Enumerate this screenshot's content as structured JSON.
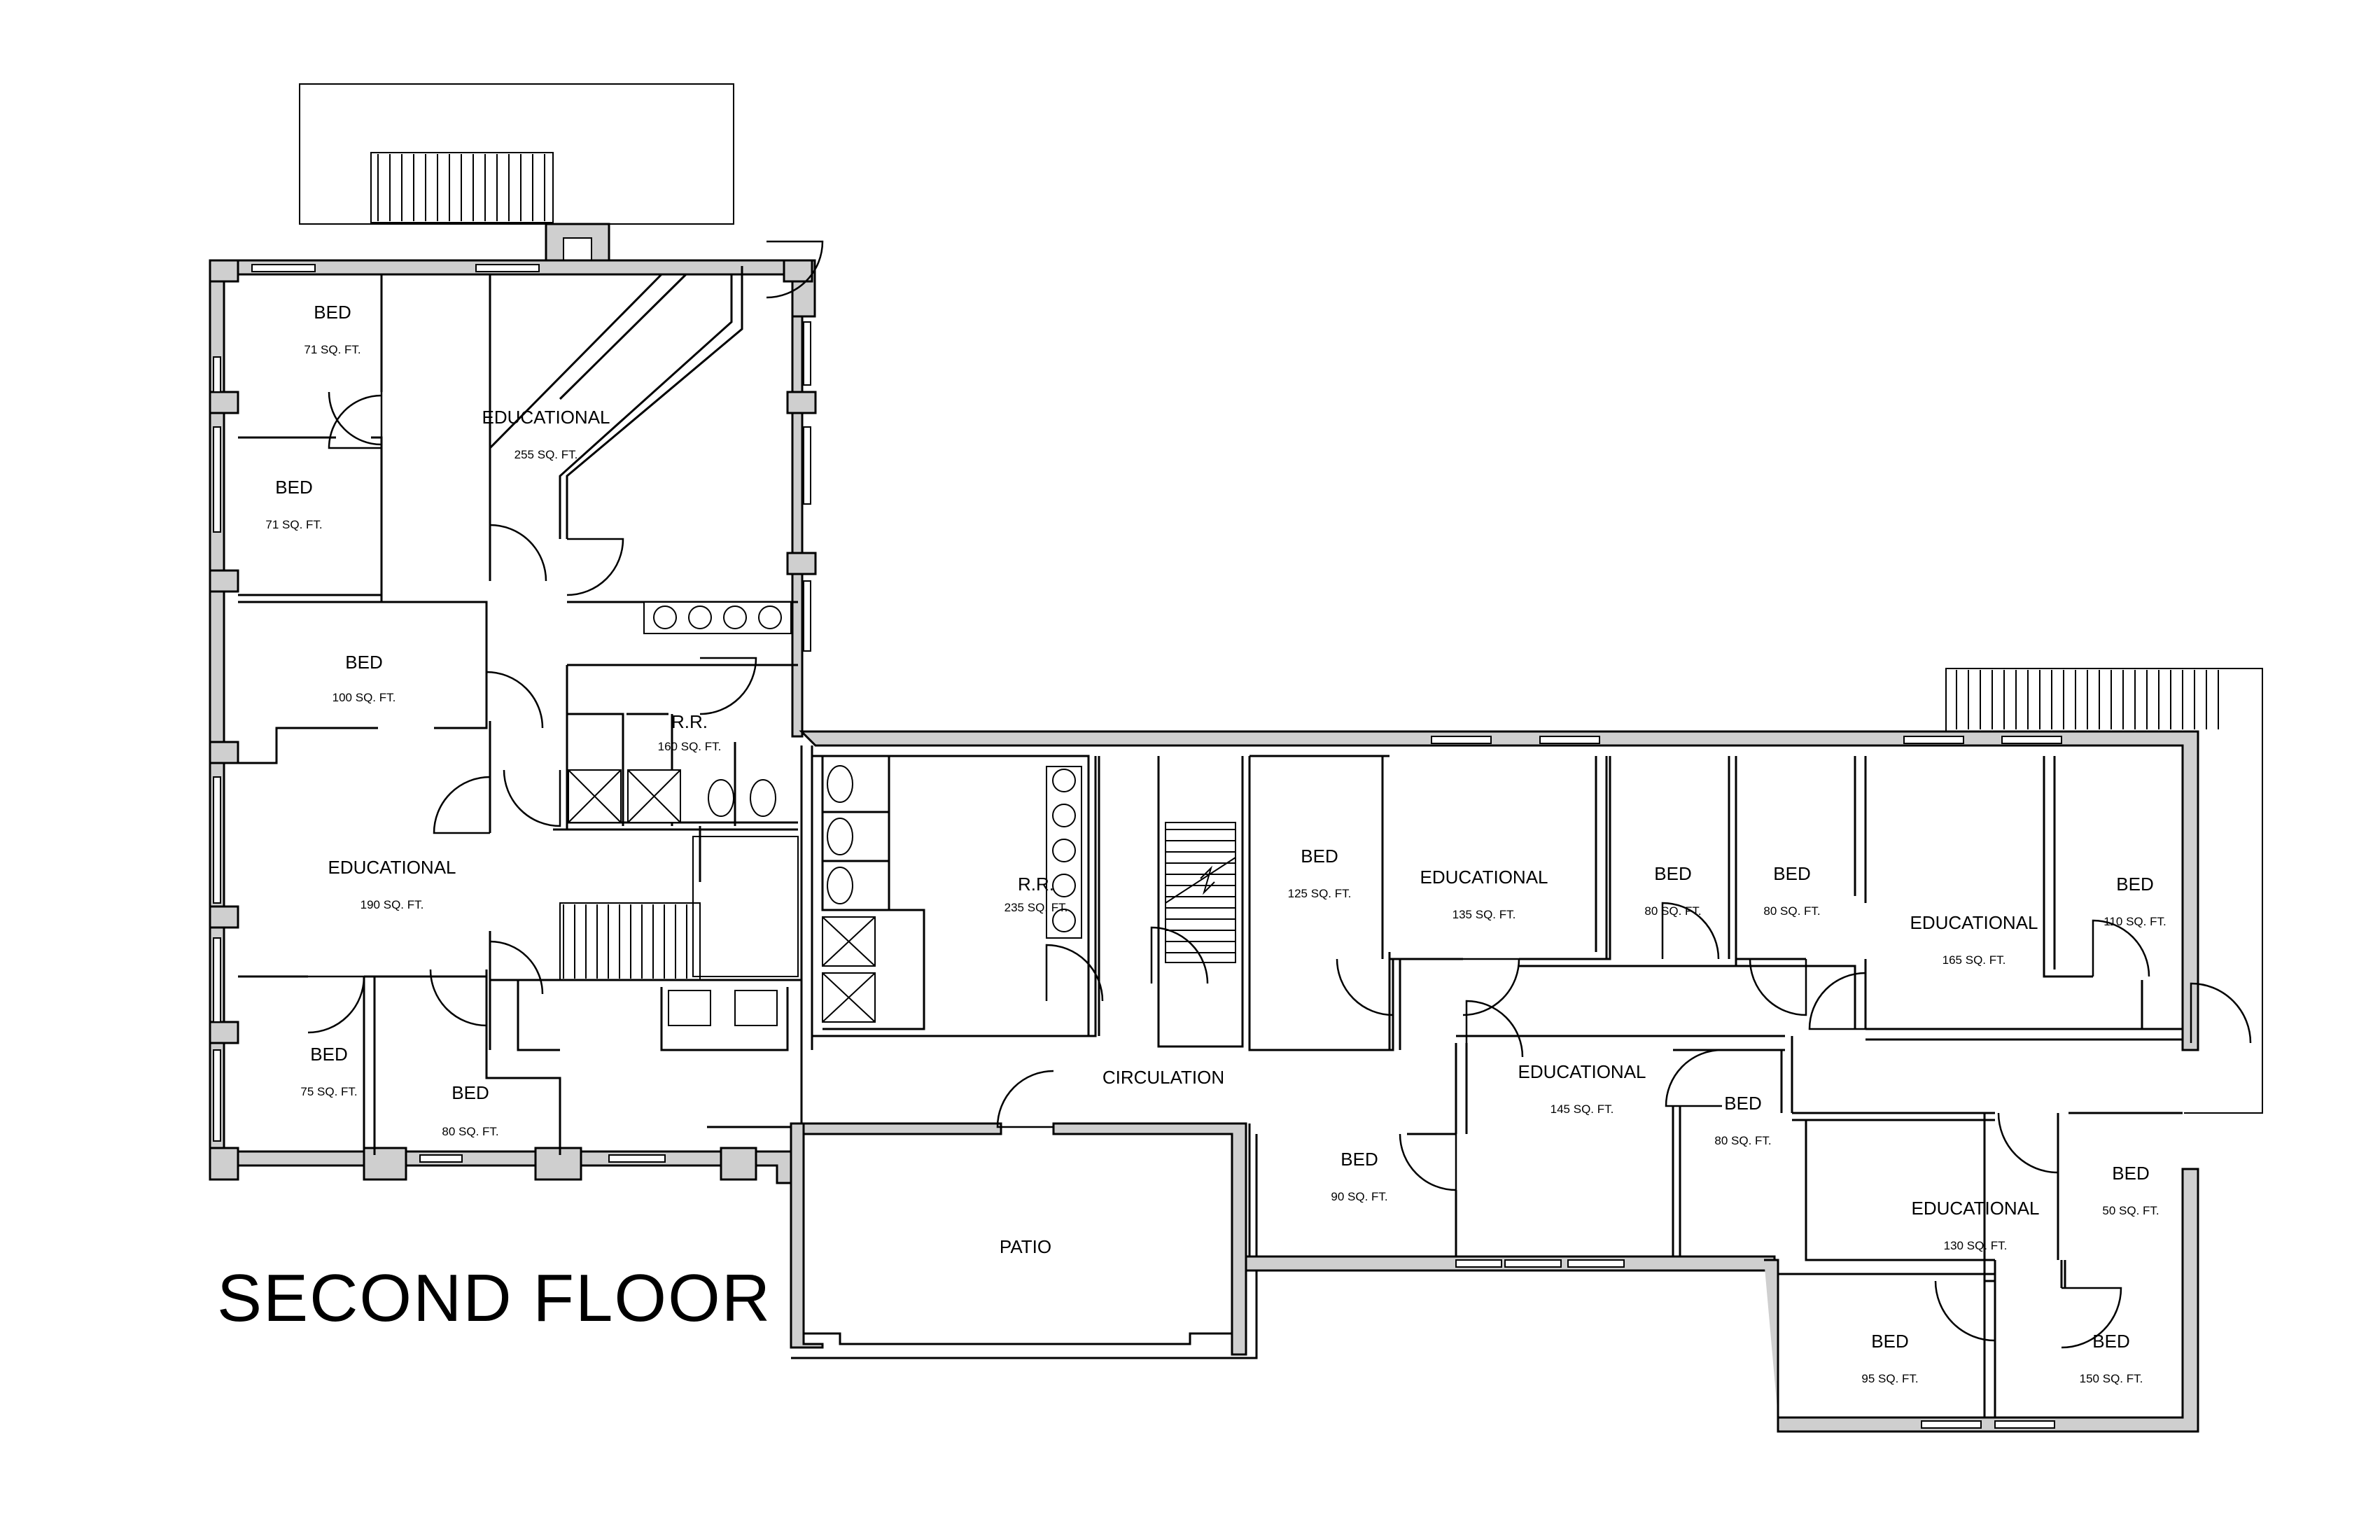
{
  "title": "SECOND FLOOR",
  "rooms": [
    {
      "name": "BED",
      "area": "71 SQ. FT."
    },
    {
      "name": "BED",
      "area": "71 SQ. FT."
    },
    {
      "name": "EDUCATIONAL",
      "area": "255 SQ. FT."
    },
    {
      "name": "BED",
      "area": "100 SQ. FT."
    },
    {
      "name": "R.R.",
      "area": "160 SQ. FT."
    },
    {
      "name": "EDUCATIONAL",
      "area": "190 SQ. FT."
    },
    {
      "name": "BED",
      "area": "75 SQ. FT."
    },
    {
      "name": "BED",
      "area": "80 SQ. FT."
    },
    {
      "name": "R.R.",
      "area": "235 SQ. FT."
    },
    {
      "name": "BED",
      "area": "125 SQ. FT."
    },
    {
      "name": "EDUCATIONAL",
      "area": "135 SQ. FT."
    },
    {
      "name": "BED",
      "area": "80 SQ. FT."
    },
    {
      "name": "BED",
      "area": "80 SQ. FT."
    },
    {
      "name": "EDUCATIONAL",
      "area": "165 SQ. FT."
    },
    {
      "name": "BED",
      "area": "110 SQ. FT."
    },
    {
      "name": "CIRCULATION",
      "area": ""
    },
    {
      "name": "EDUCATIONAL",
      "area": "145 SQ. FT."
    },
    {
      "name": "BED",
      "area": "80 SQ. FT."
    },
    {
      "name": "BED",
      "area": "90 SQ. FT."
    },
    {
      "name": "PATIO",
      "area": ""
    },
    {
      "name": "EDUCATIONAL",
      "area": "130 SQ. FT."
    },
    {
      "name": "BED",
      "area": "50 SQ. FT."
    },
    {
      "name": "BED",
      "area": "95 SQ. FT."
    },
    {
      "name": "BED",
      "area": "150 SQ. FT."
    }
  ]
}
